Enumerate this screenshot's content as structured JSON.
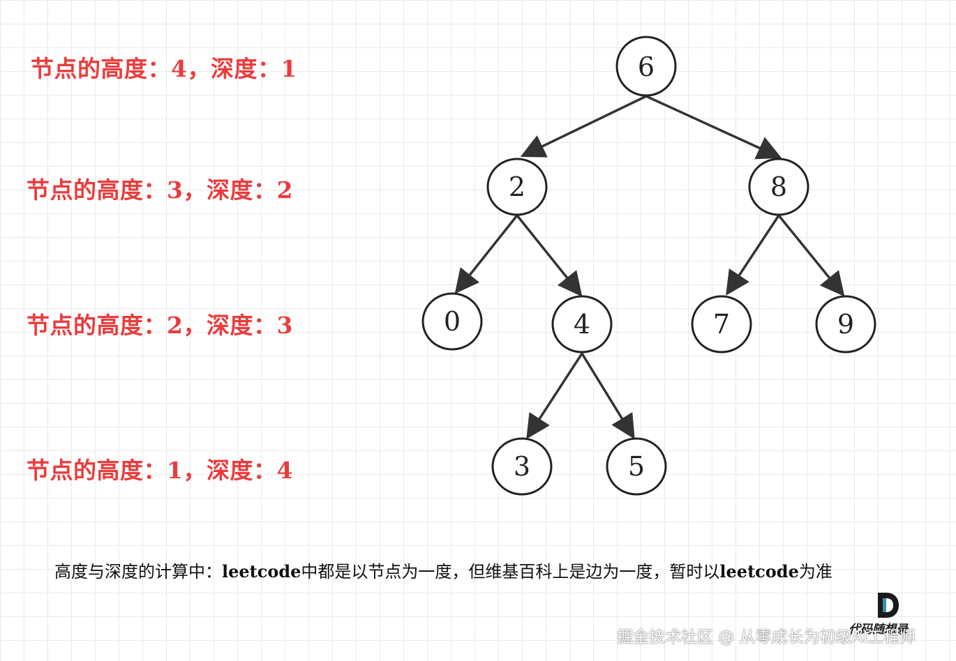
{
  "level_labels": [
    "节点的高度：4，深度：1",
    "节点的高度：3，深度：2",
    "节点的高度：2，深度：3",
    "节点的高度：1，深度：4"
  ],
  "tree": {
    "nodes": [
      {
        "id": "n6",
        "label": "6"
      },
      {
        "id": "n2",
        "label": "2"
      },
      {
        "id": "n8",
        "label": "8"
      },
      {
        "id": "n0",
        "label": "0"
      },
      {
        "id": "n4",
        "label": "4"
      },
      {
        "id": "n7",
        "label": "7"
      },
      {
        "id": "n9",
        "label": "9"
      },
      {
        "id": "n3",
        "label": "3"
      },
      {
        "id": "n5",
        "label": "5"
      }
    ],
    "edges": [
      [
        "6",
        "2"
      ],
      [
        "6",
        "8"
      ],
      [
        "2",
        "0"
      ],
      [
        "2",
        "4"
      ],
      [
        "8",
        "7"
      ],
      [
        "8",
        "9"
      ],
      [
        "4",
        "3"
      ],
      [
        "4",
        "5"
      ]
    ]
  },
  "footnote": {
    "part1": "高度与深度的计算中：",
    "part2": "leetcode",
    "part3": "中都是以节点为一度，但维基百科上是边为一度，暂时以",
    "part4": "leetcode",
    "part5": "为准"
  },
  "logo": {
    "text": "代码随想录"
  },
  "watermark": "掘金技术社区 @ 从零成长为初级AI工程师",
  "colors": {
    "label_red": "#ea3c3c",
    "edge": "#333333",
    "node_stroke": "#222222",
    "grid": "#e9e9e9"
  }
}
